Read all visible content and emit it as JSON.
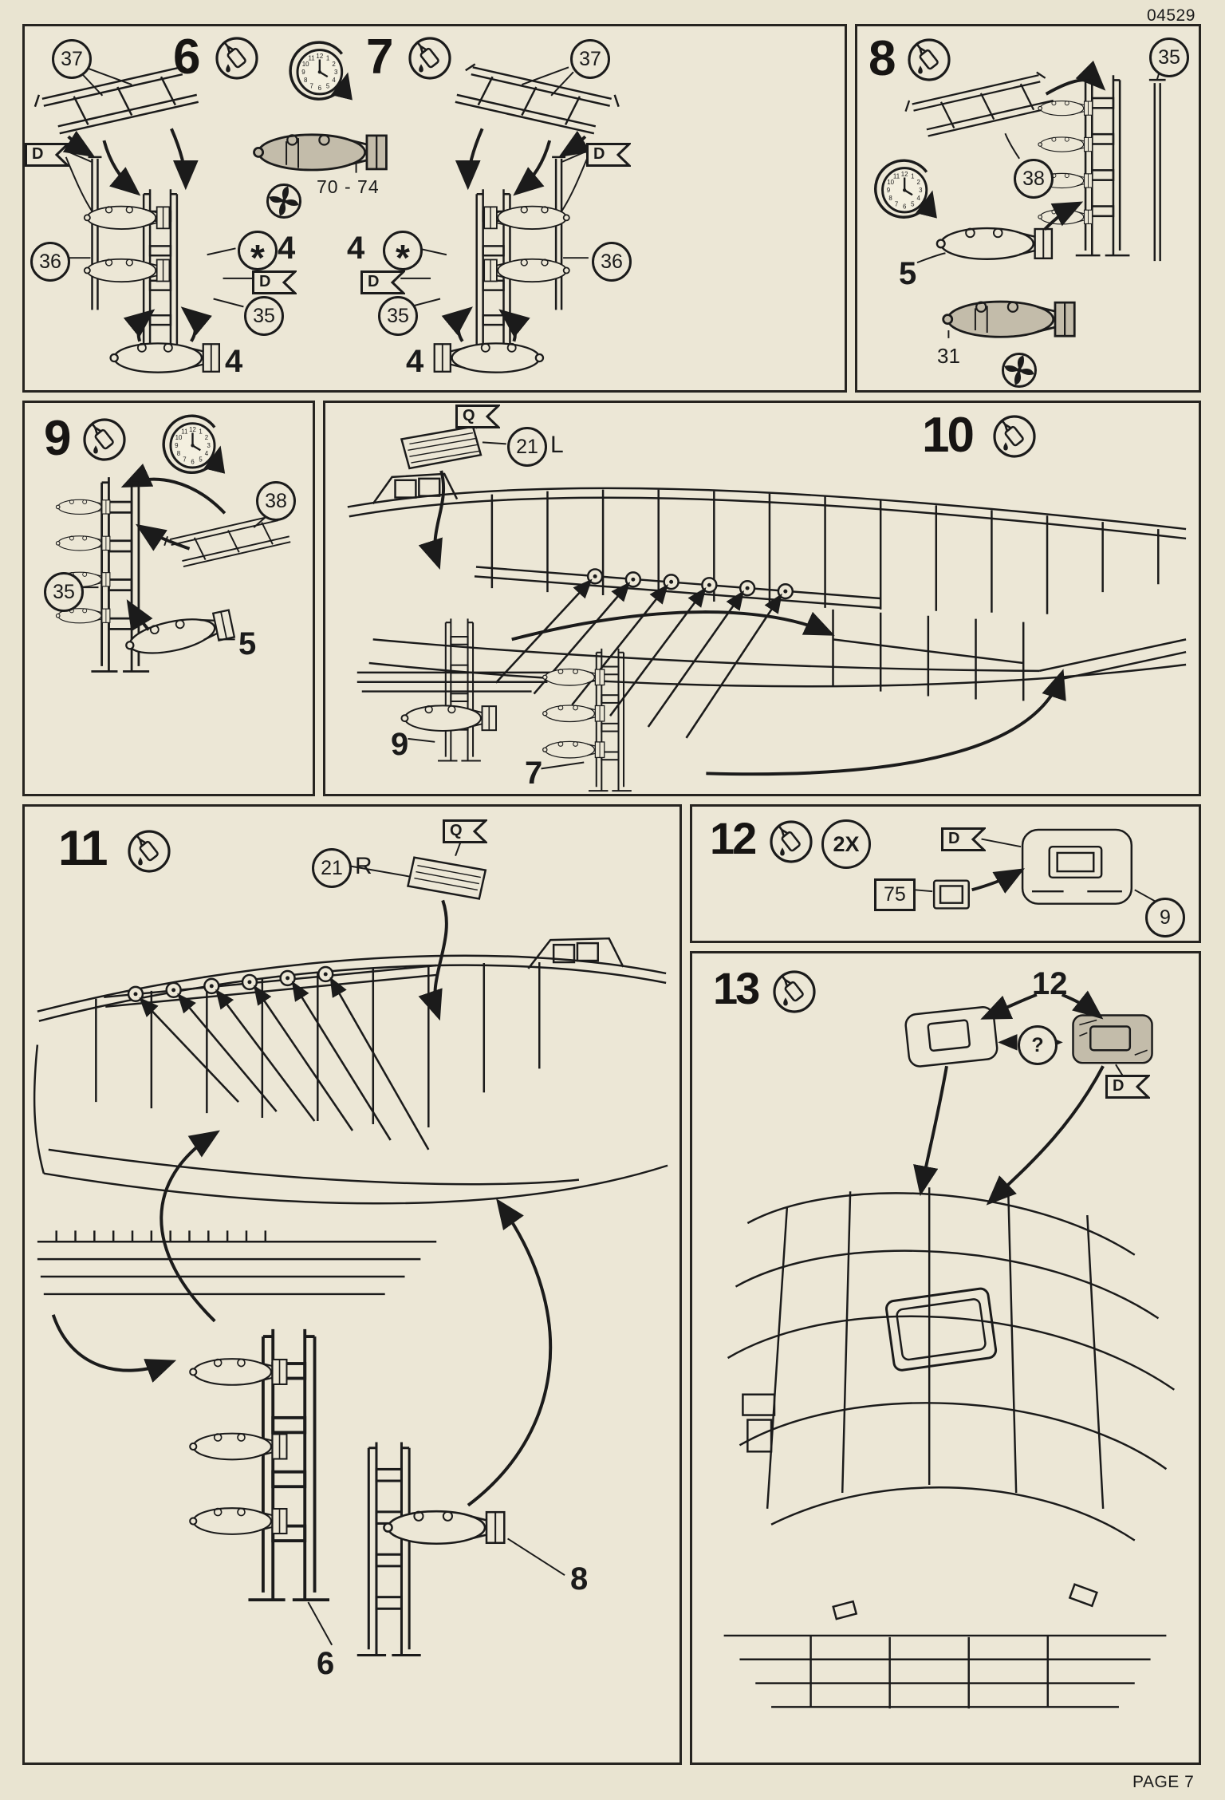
{
  "page": {
    "kit_number": "04529",
    "page_label": "PAGE 7"
  },
  "colors": {
    "paper": "#ece7d6",
    "ink": "#1b1b1b",
    "shaded_part": "#c3bcaa"
  },
  "clock": {
    "numerals": [
      "12",
      "1",
      "2",
      "3",
      "4",
      "5",
      "6",
      "7",
      "8",
      "9",
      "10",
      "11"
    ]
  },
  "panel_6_7": {
    "step_6": "6",
    "step_7": "7",
    "bomb_part_range": "70 - 74",
    "callout_37_left": "37",
    "callout_36_left": "36",
    "callout_35_left": "35",
    "callout_37_right": "37",
    "callout_36_right": "36",
    "callout_35_right": "35",
    "asterisk_left": "*",
    "asterisk_right": "*",
    "qty_4_rack_left": "4",
    "qty_4_rack_right": "4",
    "part_4_left": "4",
    "part_4_right": "4",
    "d_flag": "D"
  },
  "panel_8": {
    "step": "8",
    "callout_35": "35",
    "callout_38": "38",
    "part_5": "5",
    "part_31": "31"
  },
  "panel_9": {
    "step": "9",
    "callout_38": "38",
    "callout_35": "35",
    "part_5": "5"
  },
  "panel_10": {
    "step": "10",
    "q_flag": "Q",
    "callout_21": "21",
    "side_letter": "L",
    "part_9": "9",
    "part_7": "7"
  },
  "panel_11": {
    "step": "11",
    "q_flag": "Q",
    "callout_21": "21",
    "side_letter": "R",
    "part_6": "6",
    "part_8": "8"
  },
  "panel_12": {
    "step": "12",
    "quantity": "2X",
    "d_flag": "D",
    "part_75": "75",
    "callout_9": "9"
  },
  "panel_13": {
    "step": "13",
    "ref_12": "12",
    "question": "?",
    "d_flag": "D"
  }
}
